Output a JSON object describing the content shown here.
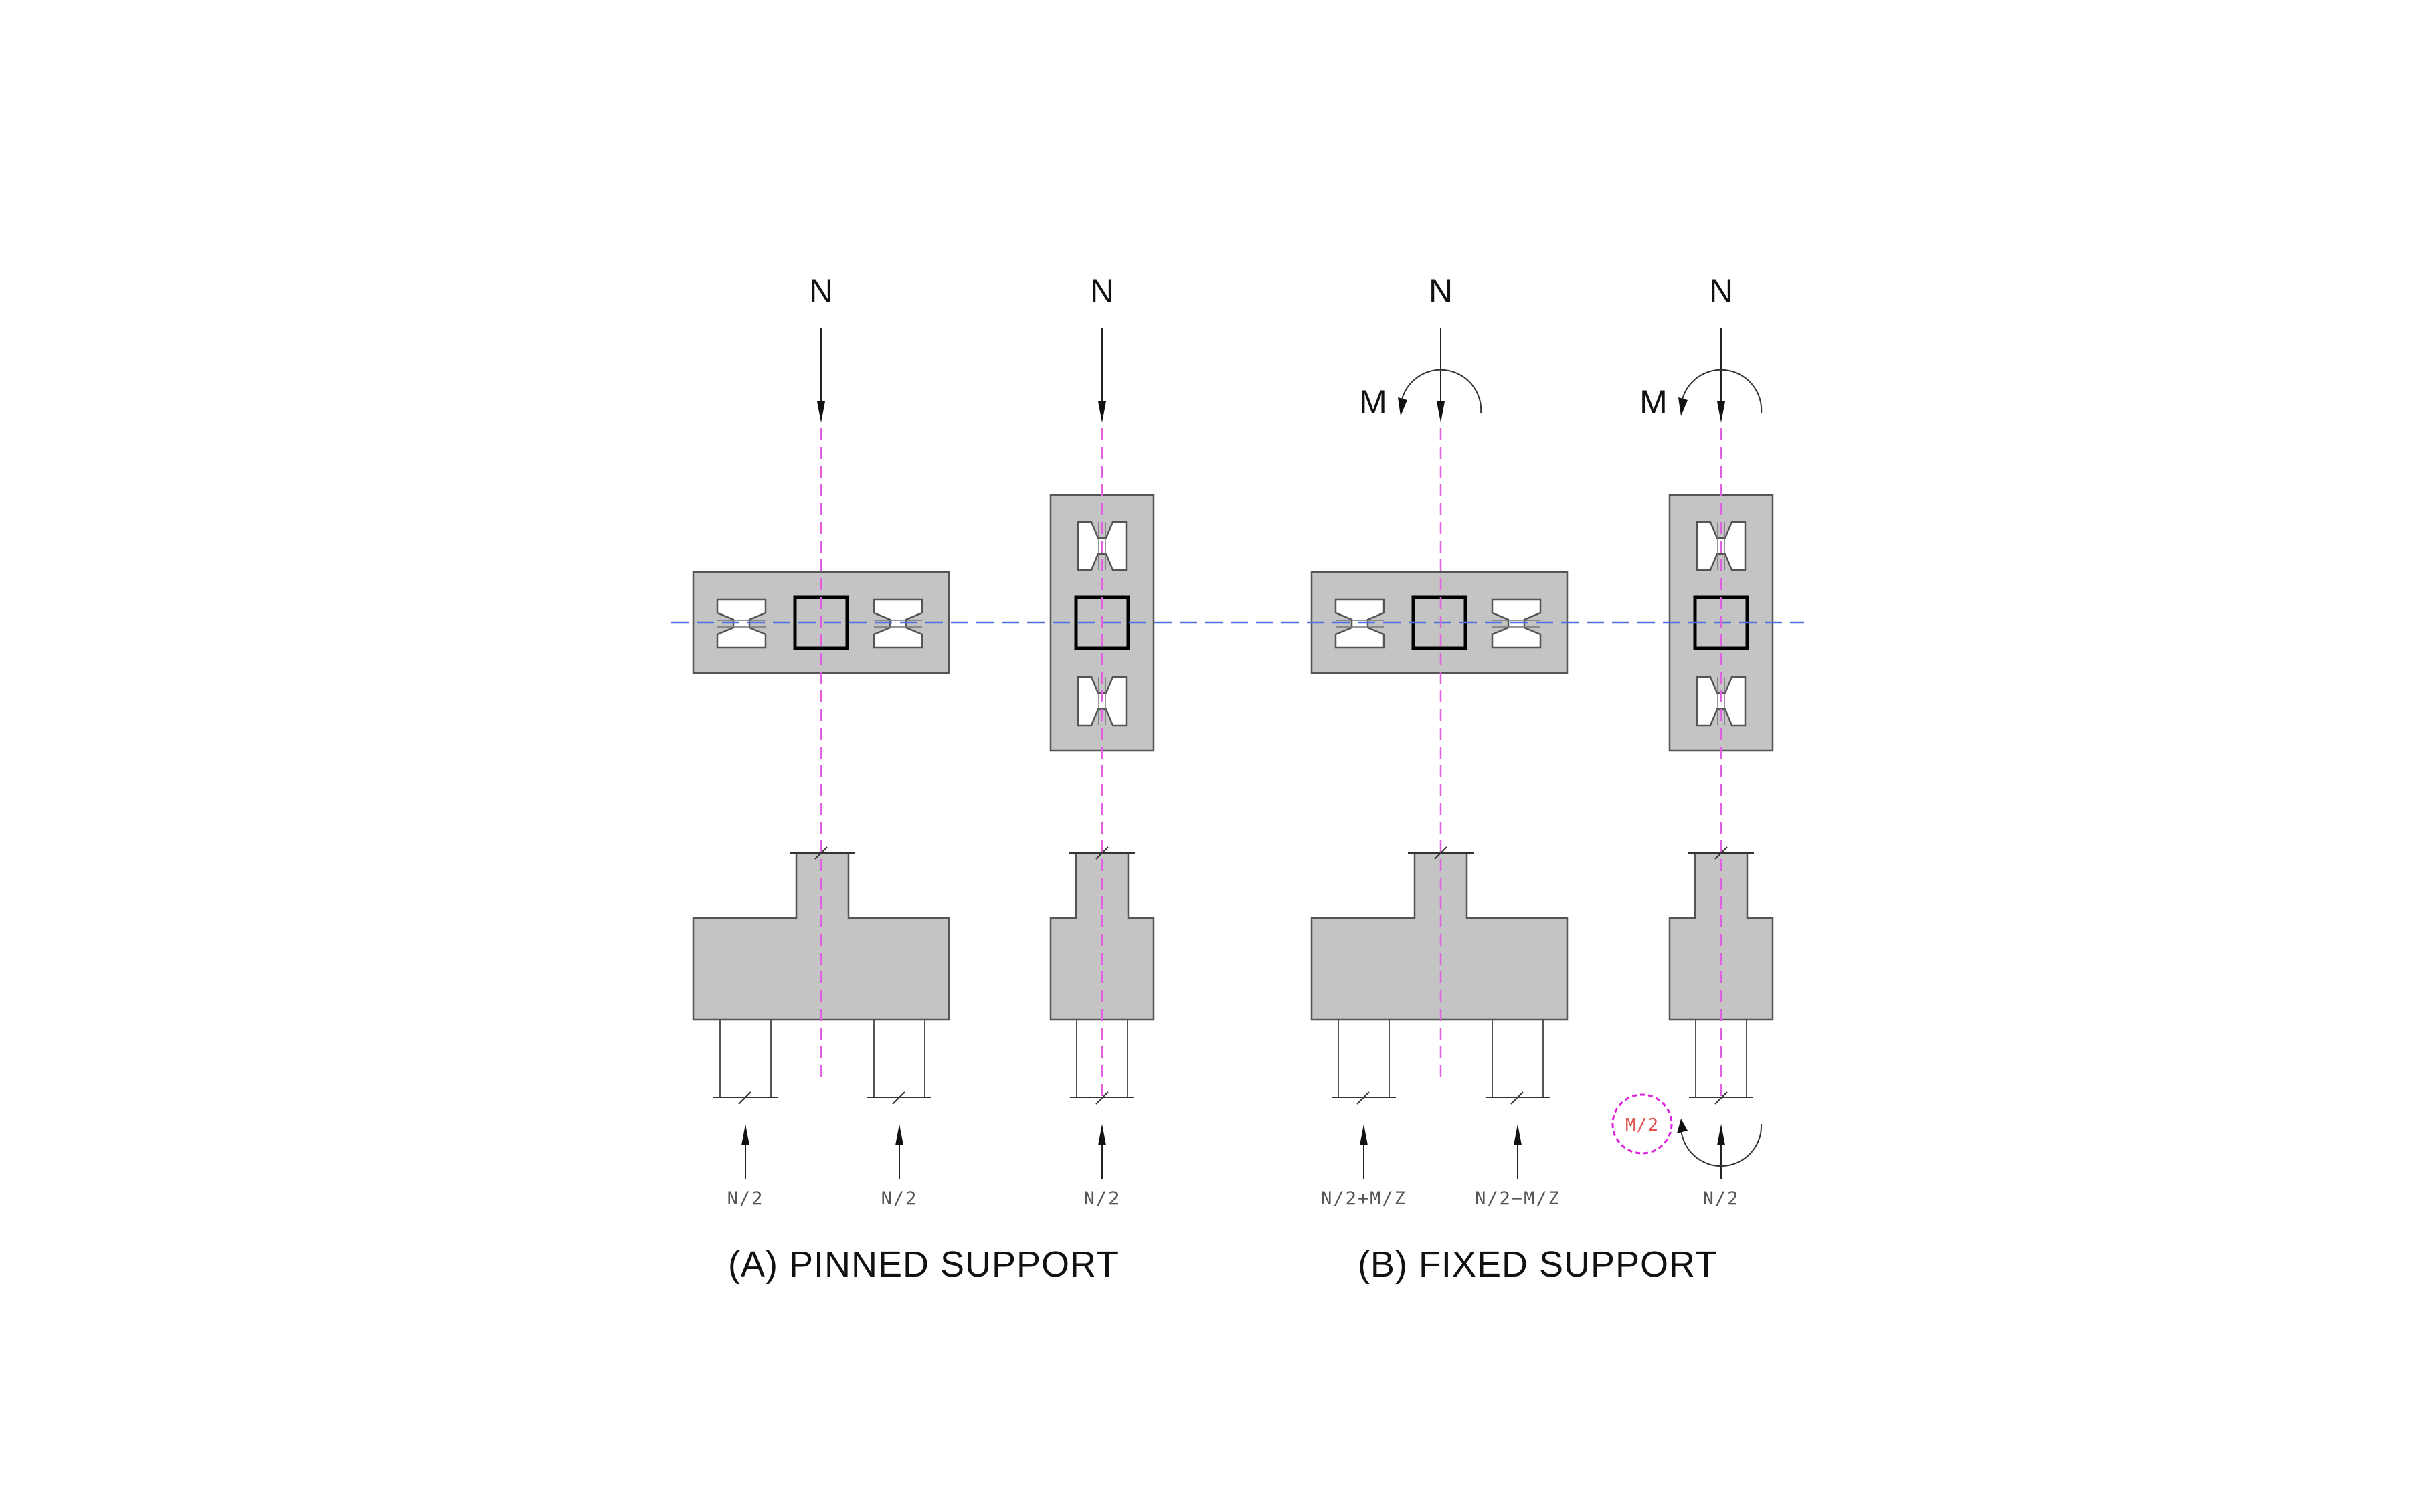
{
  "diagram": {
    "load_labels": {
      "axial": "N",
      "moment": "M"
    },
    "reactions": {
      "a1_left": "N/2",
      "a1_right": "N/2",
      "a2": "N/2",
      "b1_left": "N/2+M/Z",
      "b1_right": "N/2−M/Z",
      "b2": "N/2",
      "b2_moment_note": "M/2"
    },
    "captions": {
      "pinned": "(A) PINNED SUPPORT",
      "fixed": "(B) FIXED SUPPORT"
    }
  },
  "colors": {
    "concrete_fill": "#c4c4c4",
    "outline": "#555555",
    "column_outline": "#000000",
    "vertical_axis": "#e060e0",
    "horizontal_axis": "#5070e0",
    "note_circle": "#e020e0",
    "note_text": "#e05050"
  }
}
